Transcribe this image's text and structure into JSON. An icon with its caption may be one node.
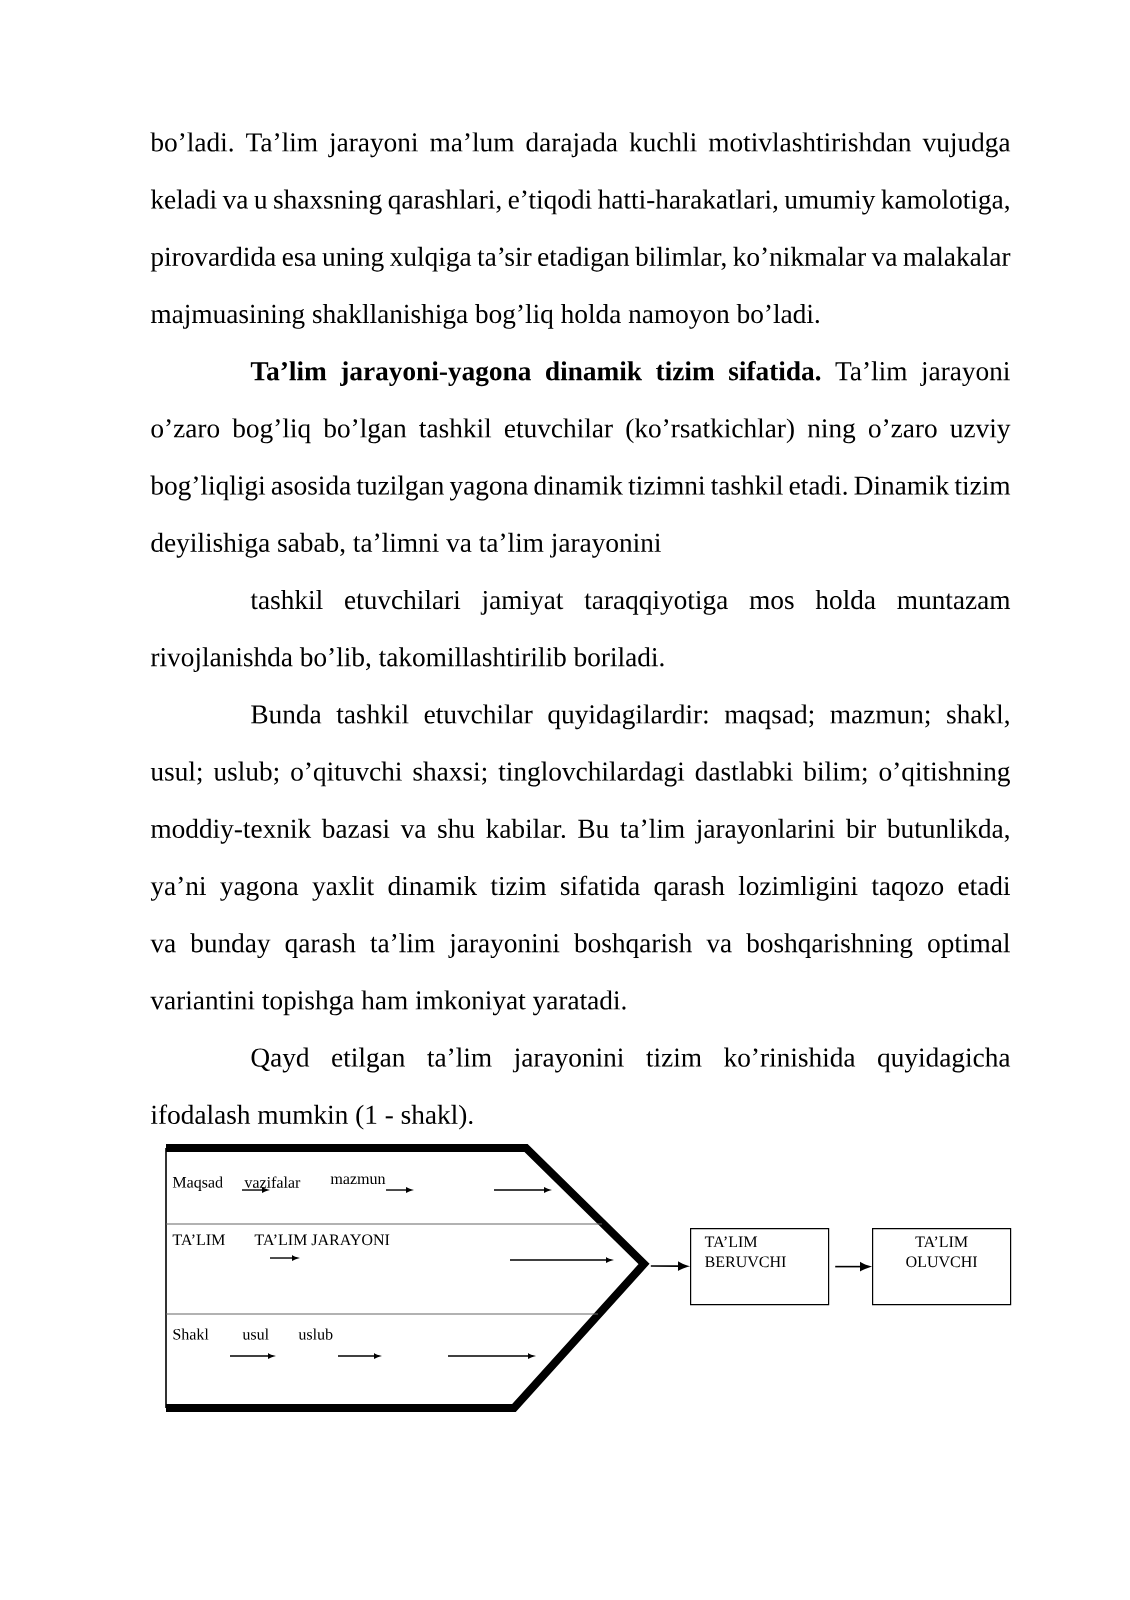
{
  "diagram": {
    "nodes": [
      {
        "text": [],
        "shape": "pentagon"
      },
      {
        "text": [
          "Maqsad",
          "vazifalar",
          "mazmun"
        ],
        "in": 0
      },
      {
        "text": [
          "TA’LIM",
          "TA’LIM JARAYONI"
        ],
        "in": 0
      },
      {
        "text": [
          "Shakl",
          "usul",
          "uslub"
        ],
        "in": 0
      },
      {
        "text": [
          "TA’LIM BERUVCHI"
        ]
      },
      {
        "text": [
          "TA’LIM OLUVCHI"
        ]
      }
    ],
    "edges": [
      {
        "from": 0,
        "to": 4,
        "arrow": "to"
      },
      {
        "from": 4,
        "to": 5,
        "arrow": "to"
      }
    ],
    "labels": [
      "bo’ladi. Ta’lim jarayoni ma’lum darajada kuchli motivlashtirishdan vujudga keladi va u shaxsning qarashlari, e’tiqodi hatti-harakatlari, umumiy kamolotiga, pirovardida esa uning xulqiga ta’sir etadigan bilimlar, ko’nikmalar va malakalar majmuasining shakllanishiga bog’liq holda namoyon bo’ladi.",
      "**Ta’lim jarayoni-yagona dinamik tizim sifatida.** Ta’lim jarayoni o’zaro bog’liq bo’lgan tashkil etuvchilar (ko’rsatkichlar) ning o’zaro uzviy bog’liqligi asosida tuzilgan yagona dinamik tizimni tashkil etadi. Dinamik tizim deyilishiga sabab, ta’limni va ta’lim jarayonini",
      "tashkil etuvchilari jamiyat taraqqiyotiga mos holda muntazam rivojlanishda bo’lib, takomillashtirilib boriladi.",
      "Bunda tashkil etuvchilar quyidagilardir: maqsad; mazmun; shakl, usul; uslub; o’qituvchi shaxsi; tinglovchilardagi dastlabki bilim; o’qitishning moddiy-texnik bazasi va shu kabilar. Bu ta’lim jarayonlarini bir butunlikda, ya’ni yagona yaxlit dinamik tizim sifatida qarash lozimligini taqozo etadi va bunday qarash ta’lim jarayonini boshqarish va boshqarishning optimal variantini topishga ham imkoniyat yaratadi.",
      "Qayd etilgan ta’lim jarayonini tizim ko’rinishida quyidagicha ifodalash mumkin (1 - shakl)."
    ]
  }
}
